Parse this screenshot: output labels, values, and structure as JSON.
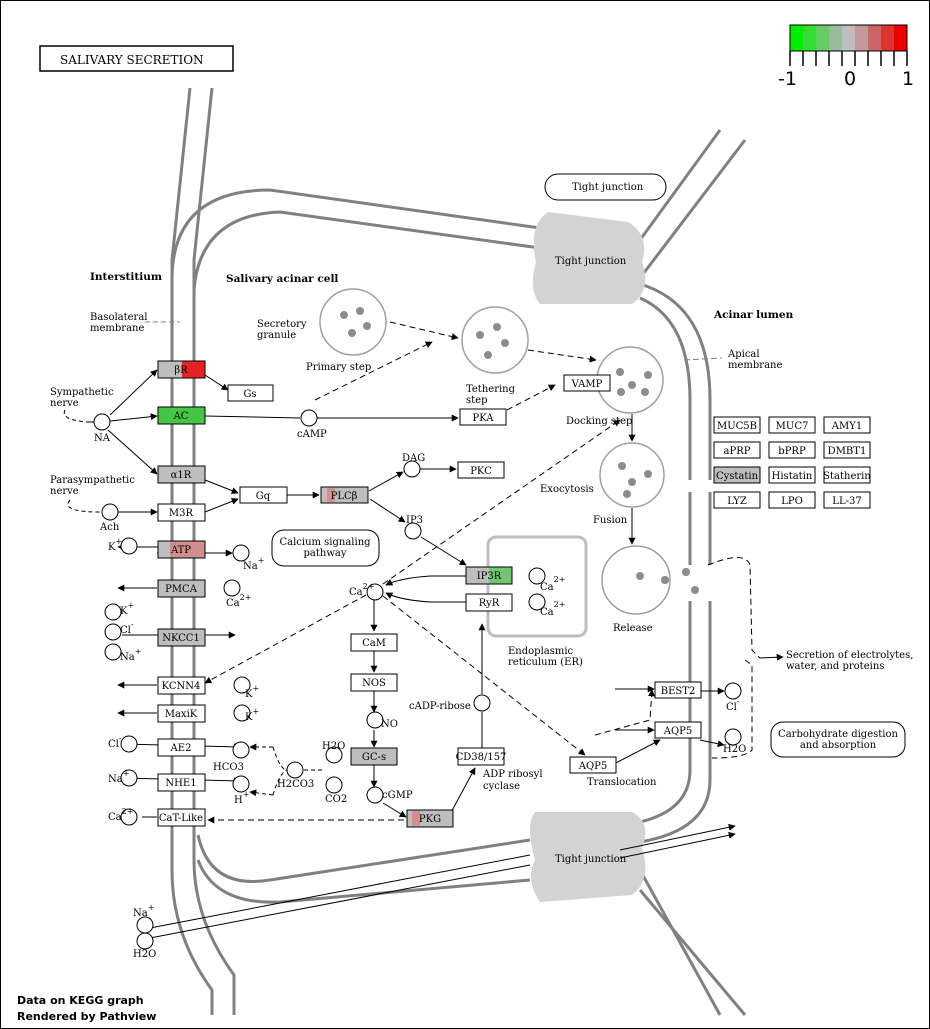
{
  "title": "SALIVARY SECRETION",
  "legend": {
    "labels": [
      "-1",
      "0",
      "1"
    ],
    "colors": [
      "#00ee00",
      "#33dd33",
      "#66cc66",
      "#99bb99",
      "#bebebe",
      "#c39999",
      "#c86666",
      "#dd3333",
      "#ee0000"
    ]
  },
  "footer": {
    "line1": "Data on KEGG graph",
    "line2": "Rendered by Pathview"
  },
  "colors": {
    "membrane": "#808080",
    "grey": "#bebebe",
    "green": "#44c544",
    "red": "#e42424",
    "pink": "#d08e8e"
  },
  "regions": {
    "interstitium": "Interstitium",
    "acinar_cell": "Salivary acinar cell",
    "acinar_lumen": "Acinar lumen",
    "basolateral_1": "Basolateral",
    "basolateral_2": "membrane",
    "apical_1": "Apical",
    "apical_2": "membrane"
  },
  "nodes": {
    "tight_junction_label": "Tight junction",
    "tight_junction_top": "Tight junction",
    "tight_junction_bottom": "Tight junction",
    "bR": "βR",
    "Gs": "Gs",
    "AC": "AC",
    "a1R": "α1R",
    "Gq": "Gq",
    "PLCb": "PLCβ",
    "M3R": "M3R",
    "ATP": "ATP",
    "PMCA": "PMCA",
    "NKCC1": "NKCC1",
    "KCNN4": "KCNN4",
    "MaxiK": "MaxiK",
    "AE2": "AE2",
    "NHE1": "NHE1",
    "CaT": "CaT-Like",
    "PKA": "PKA",
    "PKC": "PKC",
    "VAMP": "VAMP",
    "IP3R": "IP3R",
    "RyR": "RyR",
    "CaM": "CaM",
    "NOS": "NOS",
    "GCs": "GC-s",
    "PKG": "PKG",
    "CD38": "CD38/157",
    "BEST2": "BEST2",
    "AQP5_apical": "AQP5",
    "AQP5_trans": "AQP5",
    "calcium_pathway_1": "Calcium signaling",
    "calcium_pathway_2": "pathway",
    "carb_1": "Carbohydrate digestion",
    "carb_2": "and absorption"
  },
  "proteins": [
    "MUC5B",
    "MUC7",
    "AMY1",
    "aPRP",
    "bPRP",
    "DMBT1",
    "Cystatin",
    "Histatin",
    "Statherin",
    "LYZ",
    "LPO",
    "LL-37"
  ],
  "labels": {
    "sympathetic_1": "Sympathetic",
    "sympathetic_2": "nerve",
    "parasympathetic_1": "Parasympathetic",
    "parasympathetic_2": "nerve",
    "NA": "NA",
    "Ach": "Ach",
    "secretory_1": "Secretory",
    "secretory_2": "granule",
    "primary_step": "Primary step",
    "tethering_1": "Tethering",
    "tethering_2": "step",
    "docking": "Docking step",
    "exocytosis": "Exocytosis",
    "fusion": "Fusion",
    "release": "Release",
    "cAMP": "cAMP",
    "DAG": "DAG",
    "IP3": "IP3",
    "Ca2": "Ca",
    "Ca2_sup": "2+",
    "K": "K",
    "Na": "Na",
    "Cl": "Cl",
    "plus": "+",
    "minus": "-",
    "HCO3": "HCO3",
    "H2CO3": "H2CO3",
    "H2O": "H2O",
    "CO2": "CO2",
    "H": "H",
    "NO": "NO",
    "cGMP": "cGMP",
    "cADP": "cADP-ribose",
    "adp_1": "ADP ribosyl",
    "adp_2": "cyclase",
    "er_1": "Endoplasmic",
    "er_2": "reticulum (ER)",
    "translocation": "Translocation",
    "secretion_1": "Secretion of electrolytes,",
    "secretion_2": "water, and proteins"
  }
}
